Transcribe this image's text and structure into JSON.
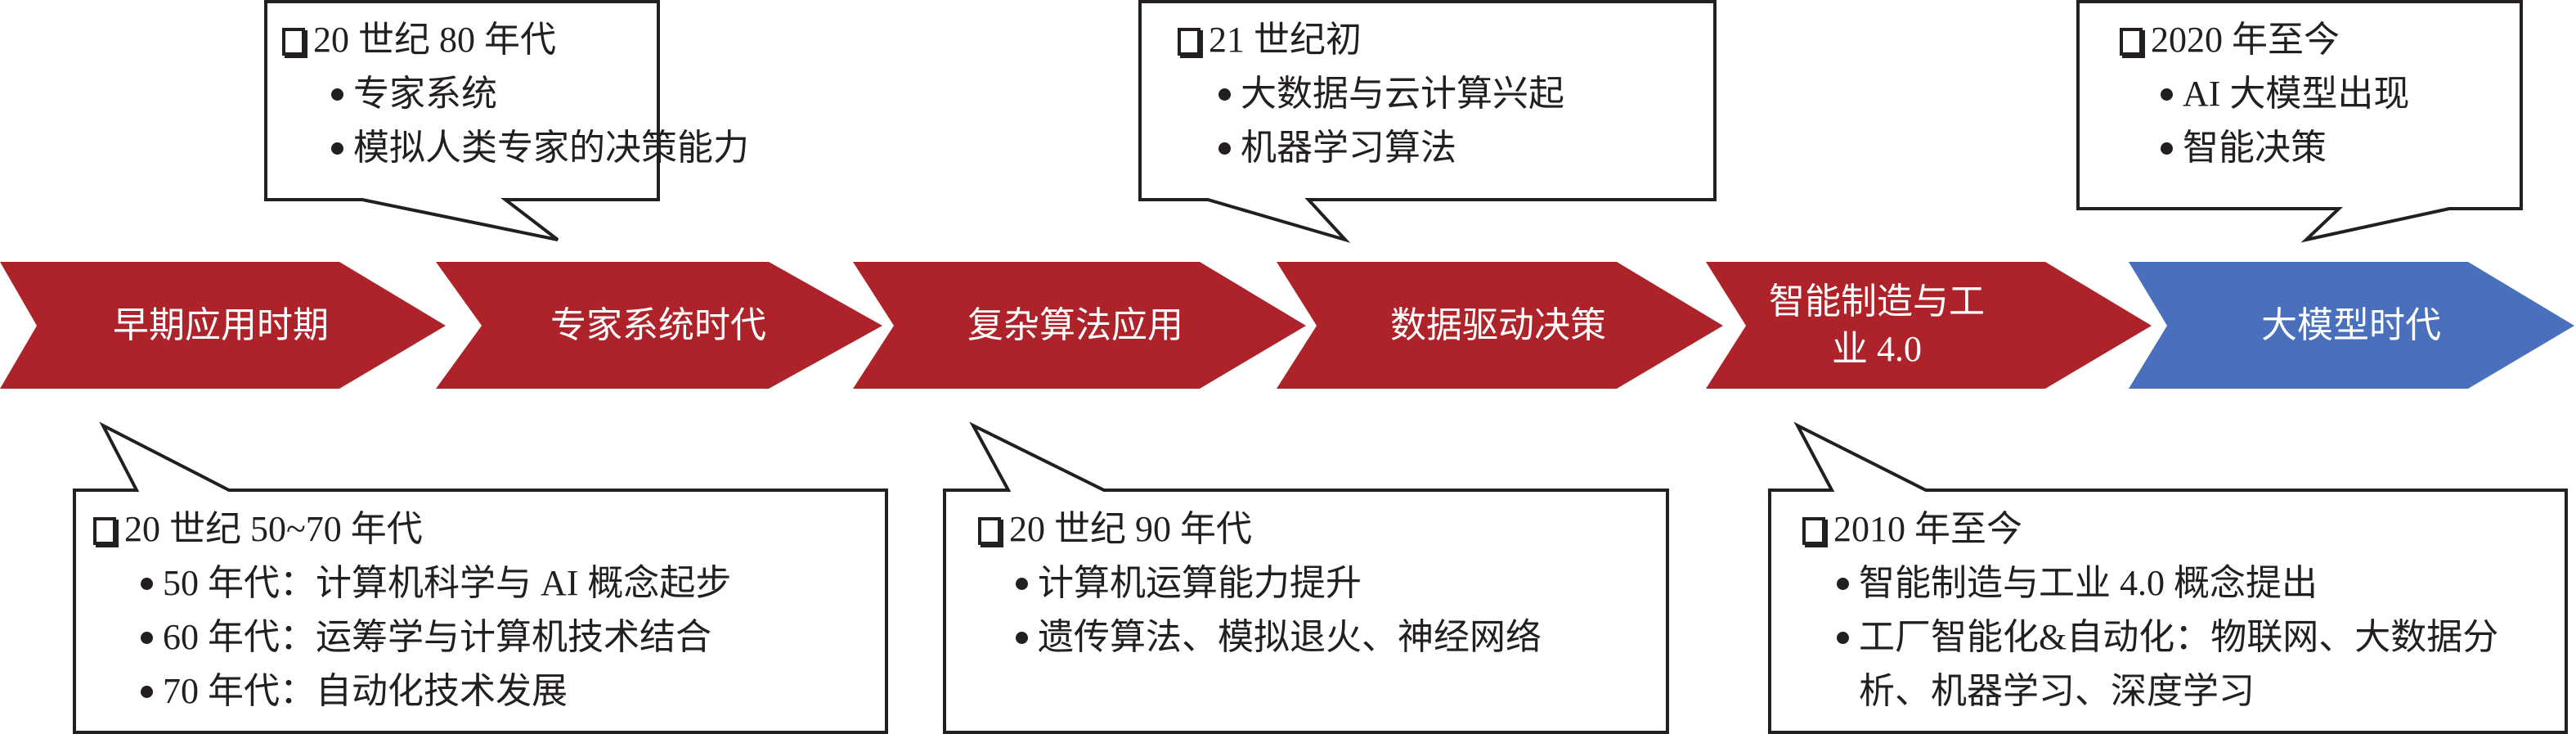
{
  "colors": {
    "phase_red": "#ae2329",
    "phase_blue": "#4a6fbd",
    "outline": "#231f20",
    "text_light": "#ffffff",
    "text_dark": "#231f20"
  },
  "phases": [
    {
      "label": "早期应用时期",
      "color": "#ae2329"
    },
    {
      "label": "专家系统时代",
      "color": "#ae2329"
    },
    {
      "label": "复杂算法应用",
      "color": "#ae2329"
    },
    {
      "label": "数据驱动决策",
      "color": "#ae2329"
    },
    {
      "label": "智能制造与工业 4.0",
      "color": "#ae2329"
    },
    {
      "label": "大模型时代",
      "color": "#4a6fbd"
    }
  ],
  "callouts_top": [
    {
      "phase": "专家系统时代",
      "title": "20 世纪 80 年代",
      "items": [
        "专家系统",
        "模拟人类专家的决策能力"
      ]
    },
    {
      "phase": "数据驱动决策",
      "title": "21 世纪初",
      "items": [
        "大数据与云计算兴起",
        "机器学习算法"
      ]
    },
    {
      "phase": "大模型时代",
      "title": "2020 年至今",
      "items": [
        "AI 大模型出现",
        "智能决策"
      ]
    }
  ],
  "callouts_bottom": [
    {
      "phase": "早期应用时期",
      "title": "20 世纪 50~70 年代",
      "items": [
        "50 年代：计算机科学与 AI 概念起步",
        "60 年代：运筹学与计算机技术结合",
        "70 年代：自动化技术发展"
      ]
    },
    {
      "phase": "复杂算法应用",
      "title": "20 世纪 90 年代",
      "items": [
        "计算机运算能力提升",
        "遗传算法、模拟退火、神经网络"
      ]
    },
    {
      "phase": "智能制造与工业 4.0",
      "title": "2010 年至今",
      "items": [
        "智能制造与工业 4.0 概念提出",
        "工厂智能化&自动化：物联网、大数据分析、机器学习、深度学习"
      ]
    }
  ]
}
